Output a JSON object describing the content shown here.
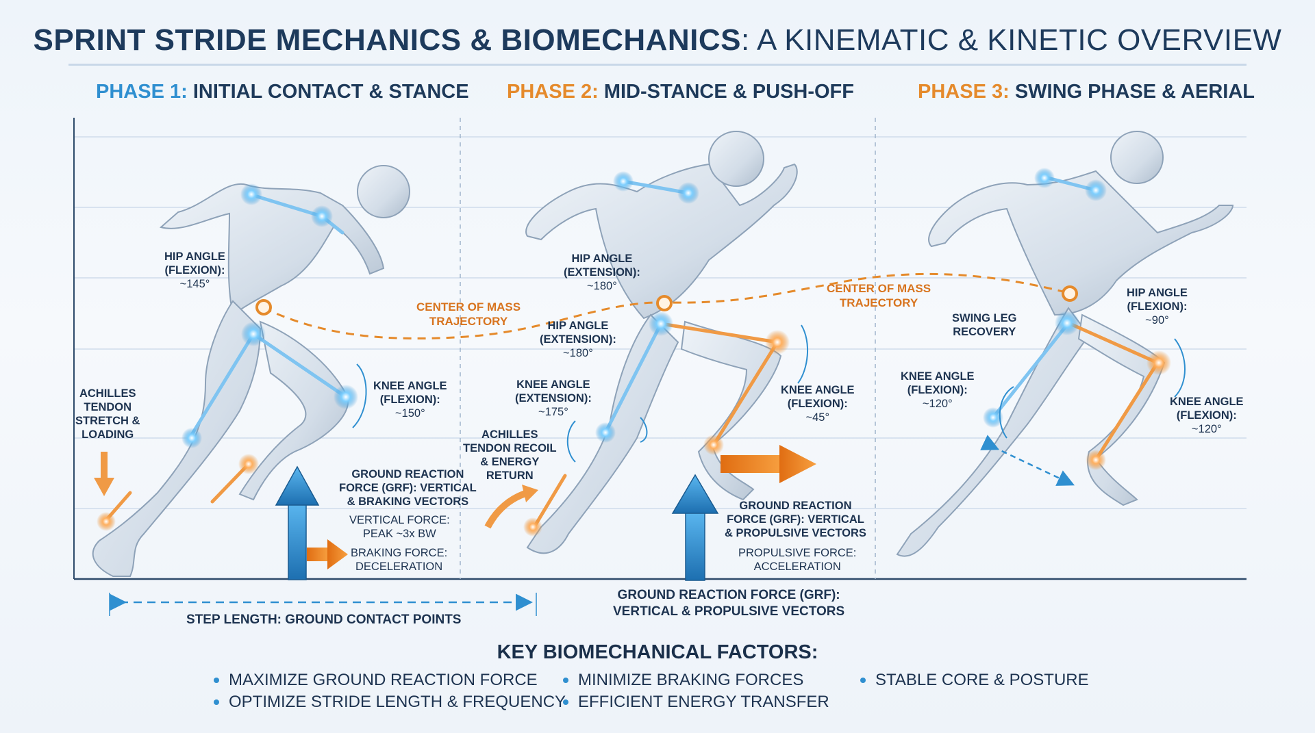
{
  "title": {
    "bold": "SPRINT STRIDE MECHANICS & BIOMECHANICS",
    "light": ": A KINEMATIC & KINETIC OVERVIEW"
  },
  "phases": [
    {
      "num": "PHASE 1:",
      "name": "INITIAL CONTACT & STANCE",
      "color": "#2f8fd0"
    },
    {
      "num": "PHASE 2:",
      "name": "MID-STANCE & PUSH-OFF",
      "color": "#e58a2b"
    },
    {
      "num": "PHASE 3:",
      "name": "SWING PHASE & AERIAL",
      "color": "#e58a2b"
    }
  ],
  "phase1": {
    "hip_angle": [
      "HIP ANGLE",
      "(FLEXION):",
      "~145°"
    ],
    "knee_angle": [
      "KNEE ANGLE",
      "(FLEXION):",
      "~150°"
    ],
    "achilles": [
      "ACHILLES",
      "TENDON",
      "STRETCH &",
      "LOADING"
    ],
    "grf": [
      "GROUND REACTION",
      "FORCE (GRF): VERTICAL",
      "& BRAKING VECTORS"
    ],
    "vertical_force": [
      "VERTICAL FORCE:",
      "PEAK ~3x BW"
    ],
    "braking_force": [
      "BRAKING FORCE:",
      "DECELERATION"
    ]
  },
  "phase2": {
    "com": [
      "CENTER OF MASS",
      "TRAJECTORY"
    ],
    "hip_angle_top": [
      "HIP ANGLE",
      "(EXTENSION):",
      "~180°"
    ],
    "hip_angle_mid": [
      "HIP ANGLE",
      "(EXTENSION):",
      "~180°"
    ],
    "knee_angle_ext": [
      "KNEE ANGLE",
      "(EXTENSION):",
      "~175°"
    ],
    "knee_angle_flex": [
      "KNEE ANGLE",
      "(FLEXION):",
      "~45°"
    ],
    "achilles": [
      "ACHILLES",
      "TENDON RECOIL",
      "& ENERGY",
      "RETURN"
    ],
    "grf": [
      "GROUND REACTION",
      "FORCE (GRF): VERTICAL",
      "& PROPULSIVE VECTORS"
    ],
    "propulsive_force": [
      "PROPULSIVE FORCE:",
      "ACCELERATION"
    ]
  },
  "phase3": {
    "com": [
      "CENTER OF MASS",
      "TRAJECTORY"
    ],
    "swing_leg": [
      "SWING LEG",
      "RECOVERY"
    ],
    "hip_angle": [
      "HIP ANGLE",
      "(FLEXION):",
      "~90°"
    ],
    "knee_angle_left": [
      "KNEE ANGLE",
      "(FLEXION):",
      "~120°"
    ],
    "knee_angle_right": [
      "KNEE ANGLE",
      "(FLEXION):",
      "~120°"
    ]
  },
  "step_length": "STEP LENGTH: GROUND CONTACT POINTS",
  "grf_bottom": [
    "GROUND REACTION FORCE (GRF):",
    "VERTICAL & PROPULSIVE VECTORS"
  ],
  "factors": {
    "title": "KEY BIOMECHANICAL FACTORS:",
    "items": [
      "MAXIMIZE GROUND REACTION FORCE",
      "MINIMIZE BRAKING FORCES",
      "STABLE CORE & POSTURE",
      "OPTIMIZE STRIDE LENGTH & FREQUENCY",
      "EFFICIENT ENERGY TRANSFER"
    ]
  },
  "colors": {
    "blue_accent": "#2f8fd0",
    "orange_accent": "#e58a2b",
    "body": "#d6e0ea",
    "text_dark": "#1d3350"
  }
}
